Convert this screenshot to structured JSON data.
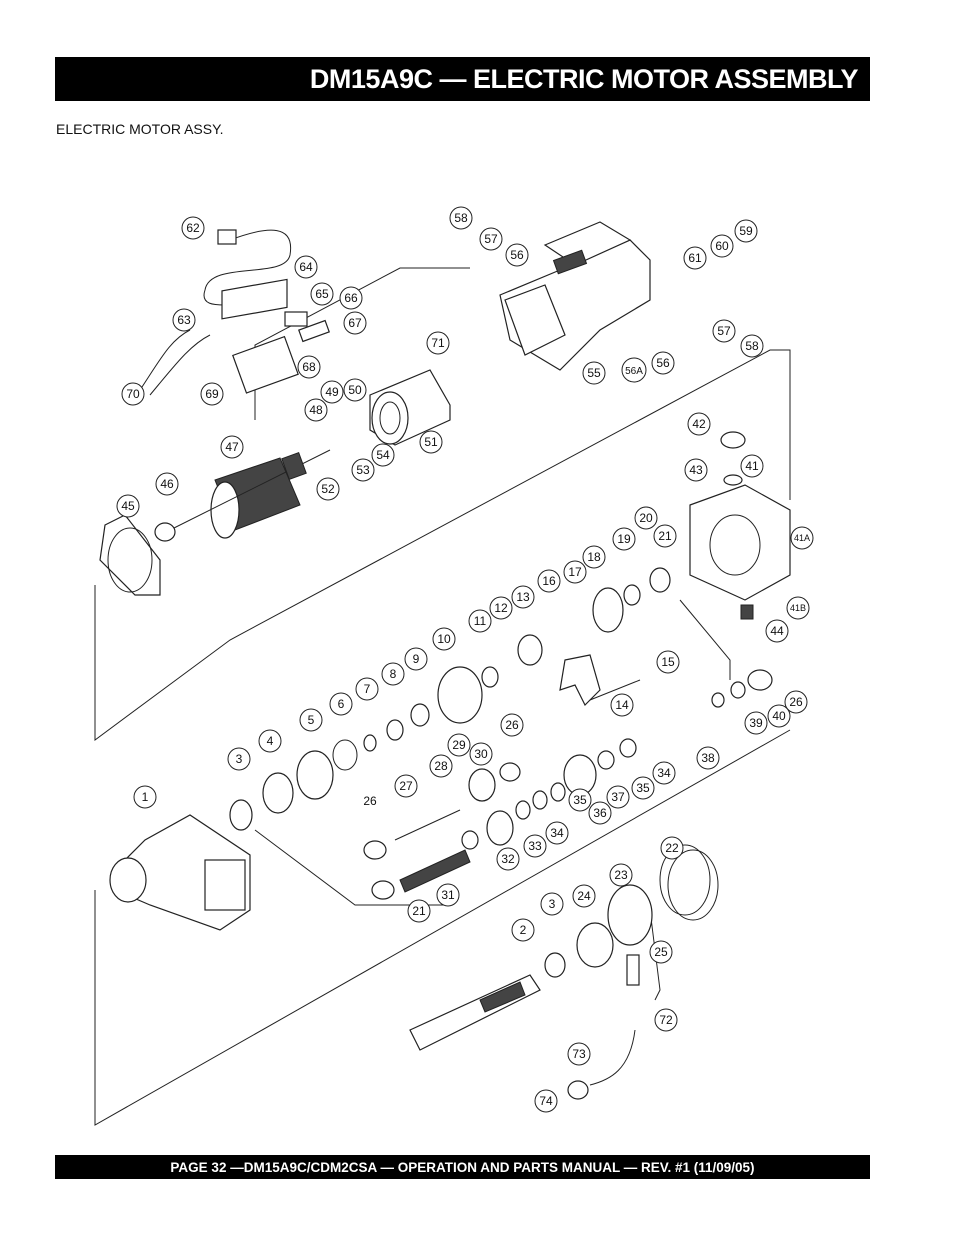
{
  "header": {
    "title": "DM15A9C — ELECTRIC MOTOR ASSEMBLY"
  },
  "section": {
    "label": "ELECTRIC MOTOR ASSY."
  },
  "footer": {
    "text": "PAGE 32 —DM15A9C/CDM2CSA — OPERATION AND PARTS MANUAL — REV. #1 (11/09/05)"
  },
  "callouts": [
    "62",
    "64",
    "65",
    "66",
    "67",
    "68",
    "69",
    "63",
    "70",
    "58",
    "57",
    "56",
    "59",
    "60",
    "61",
    "71",
    "55",
    "56A",
    "57",
    "56",
    "58",
    "49",
    "50",
    "48",
    "51",
    "47",
    "54",
    "53",
    "52",
    "46",
    "45",
    "42",
    "43",
    "41",
    "41A",
    "41B",
    "44",
    "20",
    "19",
    "21",
    "18",
    "17",
    "16",
    "13",
    "12",
    "11",
    "10",
    "9",
    "8",
    "7",
    "6",
    "5",
    "4",
    "3",
    "15",
    "14",
    "26",
    "40",
    "39",
    "38",
    "34",
    "35",
    "36",
    "37",
    "33",
    "32",
    "31",
    "21",
    "30",
    "29",
    "28",
    "27",
    "26",
    "35",
    "34",
    "1",
    "22",
    "23",
    "24",
    "25",
    "3",
    "2",
    "72",
    "73",
    "74",
    "26"
  ]
}
